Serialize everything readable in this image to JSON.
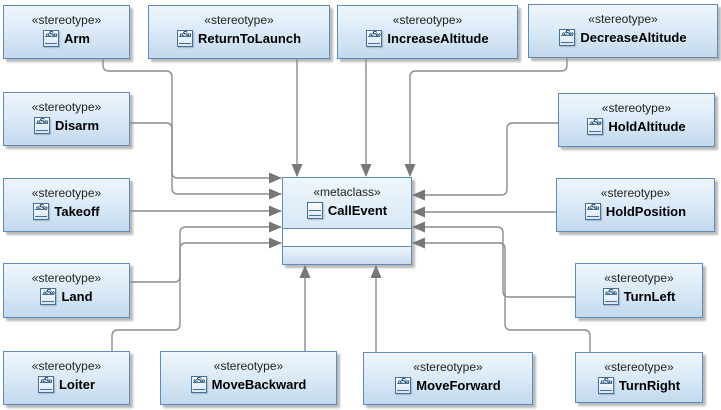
{
  "metaclass": {
    "keyword": "«metaclass»",
    "name": "CallEvent"
  },
  "nodes": [
    {
      "keyword": "«stereotype»",
      "name": "Arm"
    },
    {
      "keyword": "«stereotype»",
      "name": "ReturnToLaunch"
    },
    {
      "keyword": "«stereotype»",
      "name": "IncreaseAltitude"
    },
    {
      "keyword": "«stereotype»",
      "name": "DecreaseAltitude"
    },
    {
      "keyword": "«stereotype»",
      "name": "Disarm"
    },
    {
      "keyword": "«stereotype»",
      "name": "Takeoff"
    },
    {
      "keyword": "«stereotype»",
      "name": "Land"
    },
    {
      "keyword": "«stereotype»",
      "name": "Loiter"
    },
    {
      "keyword": "«stereotype»",
      "name": "HoldAltitude"
    },
    {
      "keyword": "«stereotype»",
      "name": "HoldPosition"
    },
    {
      "keyword": "«stereotype»",
      "name": "TurnLeft"
    },
    {
      "keyword": "«stereotype»",
      "name": "MoveBackward"
    },
    {
      "keyword": "«stereotype»",
      "name": "MoveForward"
    },
    {
      "keyword": "«stereotype»",
      "name": "TurnRight"
    }
  ],
  "edges": [
    {
      "from": "Arm",
      "to": "CallEvent"
    },
    {
      "from": "ReturnToLaunch",
      "to": "CallEvent"
    },
    {
      "from": "IncreaseAltitude",
      "to": "CallEvent"
    },
    {
      "from": "DecreaseAltitude",
      "to": "CallEvent"
    },
    {
      "from": "Disarm",
      "to": "CallEvent"
    },
    {
      "from": "Takeoff",
      "to": "CallEvent"
    },
    {
      "from": "Land",
      "to": "CallEvent"
    },
    {
      "from": "Loiter",
      "to": "CallEvent"
    },
    {
      "from": "HoldAltitude",
      "to": "CallEvent"
    },
    {
      "from": "HoldPosition",
      "to": "CallEvent"
    },
    {
      "from": "TurnLeft",
      "to": "CallEvent"
    },
    {
      "from": "MoveBackward",
      "to": "CallEvent"
    },
    {
      "from": "MoveForward",
      "to": "CallEvent"
    },
    {
      "from": "TurnRight",
      "to": "CallEvent"
    }
  ],
  "icons": {
    "stereotype_icon": "class-box-with-S-badge",
    "metaclass_icon": "class-box"
  },
  "colors": {
    "background": "#ffffff",
    "node_border": "#5e8cba",
    "node_fill_top": "#eff6fc",
    "node_fill_bottom": "#c3d9ee",
    "connector": "#8b8b8b",
    "arrowhead": "#777777",
    "text": "#000000"
  }
}
